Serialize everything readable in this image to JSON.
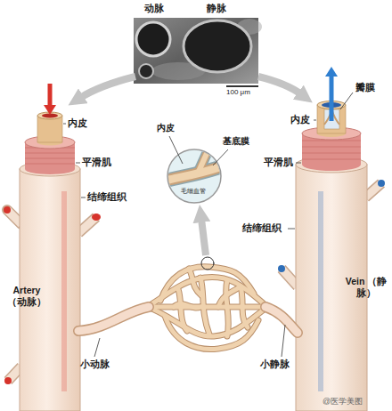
{
  "diagram": {
    "labels": [
      "动脉",
      "静脉",
      "100 μm",
      "内皮",
      "基底膜",
      "毛细血管",
      "内皮",
      "平滑肌",
      "结缔组织",
      "瓣膜",
      "内皮",
      "平滑肌",
      "结缔组织",
      "Artery （动脉）",
      "Vein （静脉）",
      "小动脉",
      "小静脉",
      "@医学美图"
    ]
  }
}
